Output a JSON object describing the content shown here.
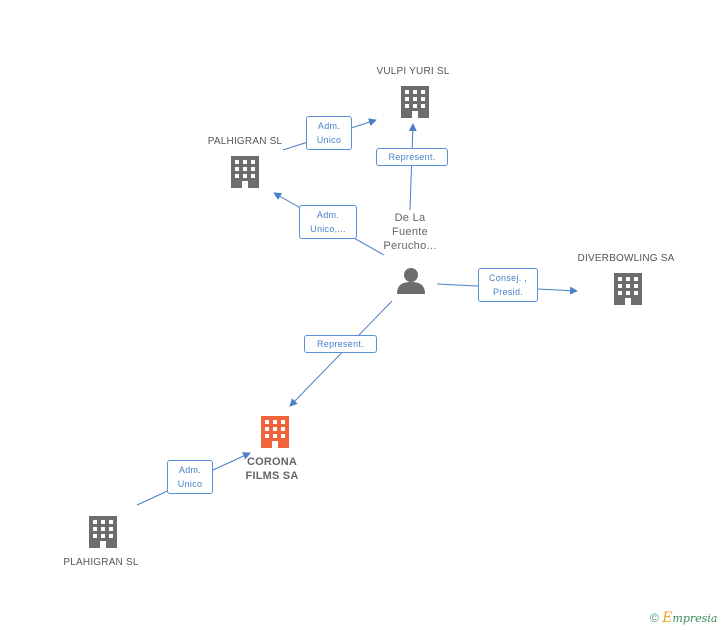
{
  "nodes": {
    "vulpi": "VULPI YURI SL",
    "palhigran": "PALHIGRAN SL",
    "diverbowling": "DIVERBOWLING SA",
    "corona_line1": "CORONA",
    "corona_line2": "FILMS SA",
    "plahigran": "PLAHIGRAN  SL",
    "person_line1": "De La",
    "person_line2": "Fuente",
    "person_line3": "Perucho..."
  },
  "edges": {
    "adm_unico_a1": "Adm.",
    "adm_unico_a2": "Unico",
    "represent_vulpi": "Represent.",
    "adm_unico_b1": "Adm.",
    "adm_unico_b2": "Unico,...",
    "consej_1": "Consej. ,",
    "consej_2": "Presid.",
    "represent_corona": "Represent.",
    "adm_unico_c1": "Adm.",
    "adm_unico_c2": "Unico"
  },
  "footer": {
    "copyright": "©",
    "brand_e": "E",
    "brand_rest": "mpresia"
  },
  "colors": {
    "edge": "#4a7fc8",
    "company": "#6d6d6d",
    "focus_company": "#f0643c",
    "person": "#6d6d6d"
  }
}
